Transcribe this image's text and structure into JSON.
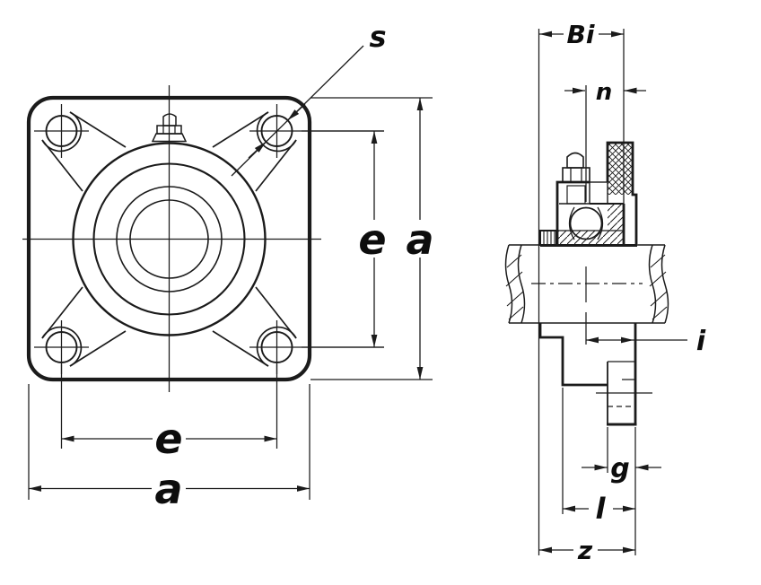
{
  "drawing": {
    "type": "technical-drawing",
    "subject": "four-bolt-flange-bearing-unit",
    "front_view": {
      "labels": {
        "s": "s",
        "e_vertical": "e",
        "a_vertical": "a",
        "e_horizontal": "e",
        "a_horizontal": "a"
      }
    },
    "side_view": {
      "labels": {
        "bi": "Bi",
        "n": "n",
        "i": "i",
        "g": "g",
        "l": "l",
        "z": "z"
      }
    },
    "colors": {
      "line": "#1b1b1b",
      "label": "#0d0d0d",
      "background": "#ffffff"
    }
  }
}
